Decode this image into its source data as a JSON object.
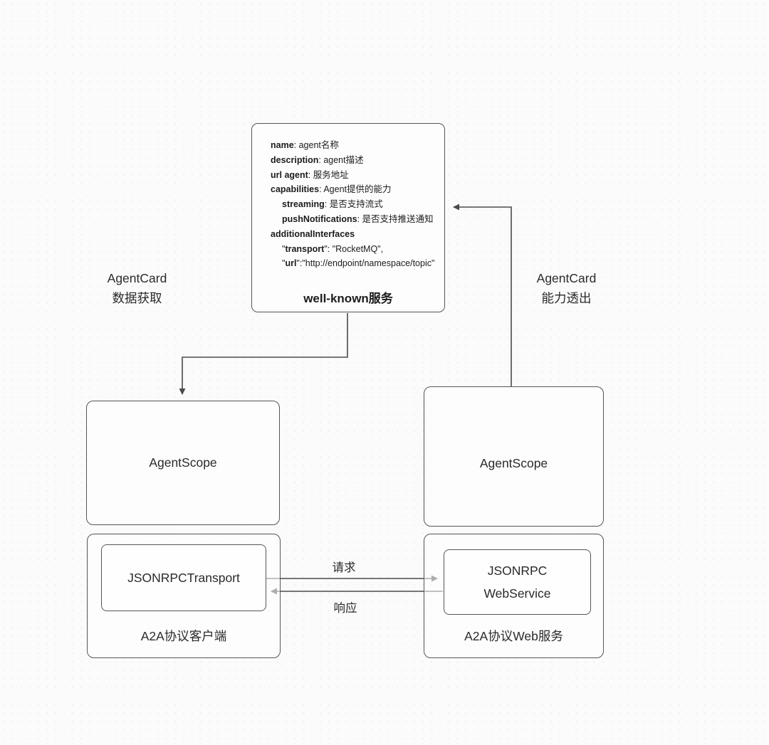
{
  "colors": {
    "line": "#4a4a4a",
    "box_border": "#565656",
    "background": "#fbfbfb",
    "text": "#222222"
  },
  "well_known_box": {
    "title": "well-known服务",
    "fields": [
      {
        "prefix": "",
        "bold": "name",
        "rest": ": agent名称"
      },
      {
        "prefix": "",
        "bold": "description",
        "rest": ": agent描述"
      },
      {
        "prefix": "",
        "bold": "url agent",
        "rest": ": 服务地址"
      },
      {
        "prefix": "",
        "bold": "capabilities",
        "rest": ": Agent提供的能力"
      },
      {
        "prefix": "",
        "bold": "streaming",
        "rest": ": 是否支持流式"
      },
      {
        "prefix": "",
        "bold": "pushNotifications",
        "rest": ": 是否支持推送通知"
      },
      {
        "prefix": "",
        "bold": "additionalInterfaces",
        "rest": ""
      },
      {
        "prefix": "\"",
        "bold": "transport",
        "rest": "\": \"RocketMQ\","
      },
      {
        "prefix": "\"",
        "bold": "url",
        "rest": "\":\"http://endpoint/namespace/topic\""
      }
    ]
  },
  "labels": {
    "fetch": {
      "line1": "AgentCard",
      "line2": "数据获取"
    },
    "expose": {
      "line1": "AgentCard",
      "line2": "能力透出"
    },
    "request": "请求",
    "response": "响应"
  },
  "client_stack": {
    "agentscope": "AgentScope",
    "transport": "JSONRPCTransport",
    "container": "A2A协议客户端"
  },
  "server_stack": {
    "agentscope": "AgentScope",
    "service_line1": "JSONRPC",
    "service_line2": "WebService",
    "container": "A2A协议Web服务"
  }
}
